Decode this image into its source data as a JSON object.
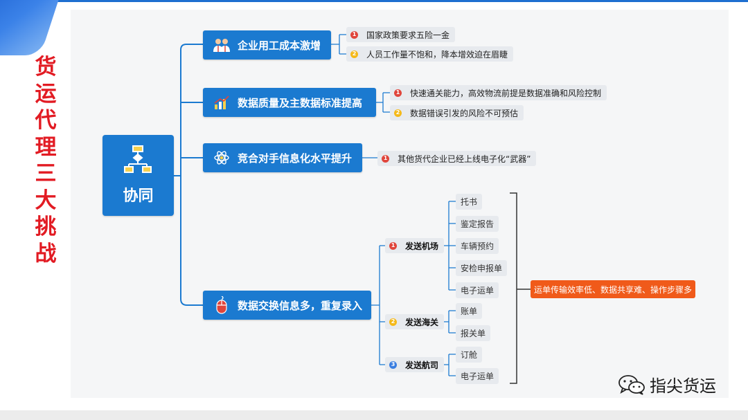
{
  "side_title": "货运代理三大挑战",
  "root": {
    "label": "协同",
    "icon": "flowchart-icon"
  },
  "branches": [
    {
      "label": "企业用工成本激增",
      "icon": "people-icon",
      "notes": [
        {
          "num": "1",
          "text": "国家政策要求五险一金"
        },
        {
          "num": "2",
          "text": "人员工作量不饱和，降本增效迫在眉睫"
        }
      ]
    },
    {
      "label": "数据质量及主数据标准提高",
      "icon": "bar-chart-icon",
      "notes": [
        {
          "num": "1",
          "text": "快速通关能力，高效物流前提是数据准确和风险控制"
        },
        {
          "num": "2",
          "text": "数据错误引发的风险不可预估"
        }
      ]
    },
    {
      "label": "竞合对手信息化水平提升",
      "icon": "atom-icon",
      "notes": [
        {
          "num": "1",
          "text": "其他货代企业已经上线电子化“武器”"
        }
      ]
    },
    {
      "label": "数据交换信息多，重复录入",
      "icon": "mouse-icon",
      "subs": [
        {
          "num": "1",
          "label": "发送机场",
          "items": [
            "托书",
            "鉴定报告",
            "车辆预约",
            "安检申报单",
            "电子运单"
          ]
        },
        {
          "num": "2",
          "label": "发送海关",
          "items": [
            "账单",
            "报关单"
          ]
        },
        {
          "num": "3",
          "label": "发送航司",
          "items": [
            "订舱",
            "电子运单"
          ]
        }
      ],
      "summary": "运单传输效率低、数据共享难、操作步骤多"
    }
  ],
  "watermark": {
    "text": "指尖货运",
    "icon": "wechat-icon"
  },
  "colors": {
    "accent": "#1b7ad0",
    "title_red": "#e21b23",
    "callout_orange": "#f05a1a",
    "badge_red": "#e0453b",
    "badge_yellow": "#f5b919",
    "badge_blue": "#3a7ee0"
  }
}
